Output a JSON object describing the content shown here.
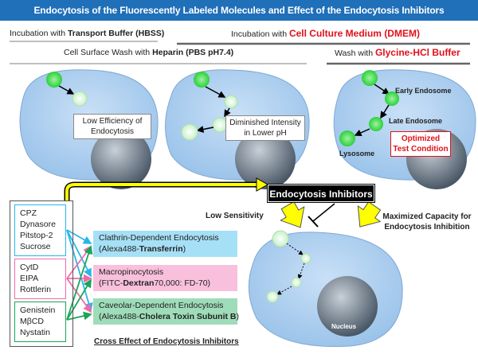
{
  "title": "Endocytosis of the Fluorescently Labeled Molecules and Effect of the Endocytosis Inhibitors",
  "steps": {
    "hbss_prefix": "Incubation with ",
    "hbss_bold": "Transport Buffer (HBSS)",
    "dmem_prefix": "Incubation with ",
    "dmem_red": "Cell Culture Medium (DMEM)",
    "heparin_prefix": "Cell Surface Wash with ",
    "heparin_bold": "Heparin (PBS pH7.4)",
    "glycine_prefix": "Wash with ",
    "glycine_red": "Glycine-HCl Buffer"
  },
  "cells": {
    "cell1_note": "Low Efficiency of Endocytosis",
    "cell2_note": "Diminished Intensity in Lower pH",
    "early_endosome": "Early Endosome",
    "late_endosome": "Late Endosome",
    "lysosome": "Lysosome",
    "optimized": "Optimized Test Condition",
    "nucleus": "Nucleus"
  },
  "inhibitors_label": "Endocytosis Inhibitors",
  "low_sensitivity": "Low Sensitivity",
  "maximized": "Maximized Capacity for Endocytosis Inhibition",
  "inhibitor_groups": [
    {
      "items": [
        "CPZ",
        "Dynasore",
        "Pitstop-2",
        "Sucrose"
      ],
      "color": "#29b6ea"
    },
    {
      "items": [
        "CytD",
        "EIPA",
        "Rottlerin"
      ],
      "color": "#f06aa8"
    },
    {
      "items": [
        "Genistein",
        "MβCD",
        "Nystatin"
      ],
      "color": "#1aa65a"
    }
  ],
  "pathways": [
    {
      "name": "Clathrin-Dependent Endocytosis",
      "probe_prefix": "(Alexa488-",
      "probe_bold": "Transferrin",
      "probe_suffix": ")",
      "color": "#a6e0f6"
    },
    {
      "name": "Macropinocytosis",
      "probe_prefix": "(FITC-",
      "probe_bold": "Dextran",
      "probe_suffix": "70,000: FD-70)",
      "color": "#f8c0dc"
    },
    {
      "name": "Caveolar-Dependent Endocytosis",
      "probe_prefix": "(Alexa488-",
      "probe_bold": "Cholera Toxin Subunit B",
      "probe_suffix": ")",
      "color": "#9fdcba"
    }
  ],
  "cross_effect": "Cross Effect of Endocytosis Inhibitors"
}
